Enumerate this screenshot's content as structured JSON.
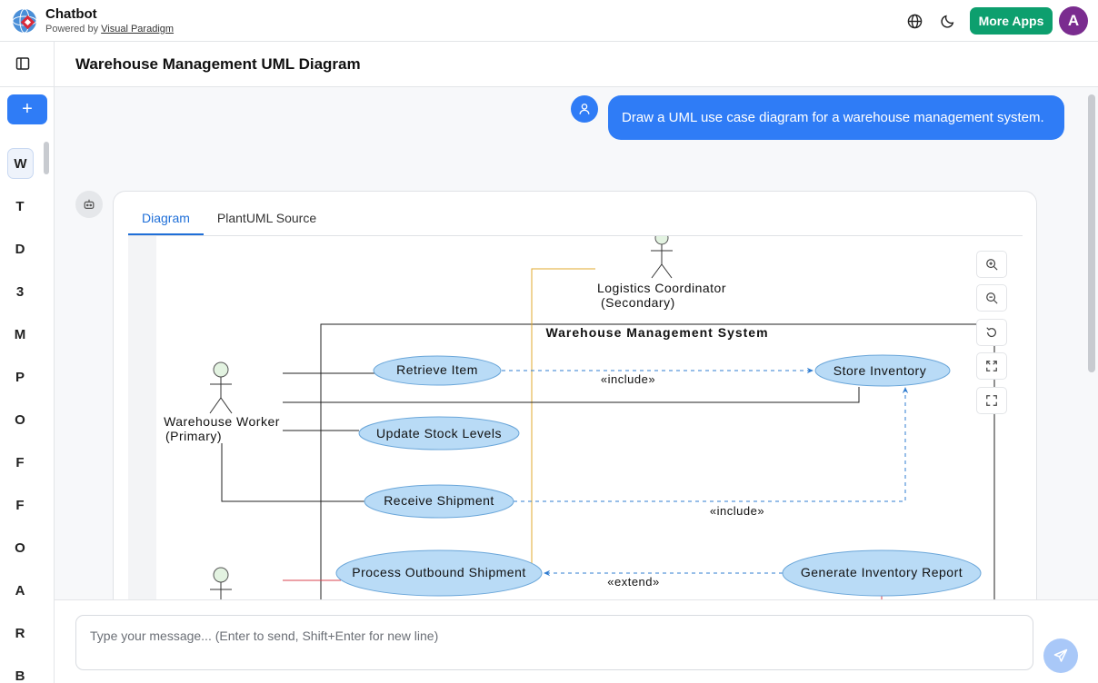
{
  "app": {
    "title": "Chatbot",
    "powered_prefix": "Powered by ",
    "powered_link": "Visual Paradigm",
    "more_apps_label": "More Apps",
    "avatar_initial": "A"
  },
  "sidebar": {
    "new_chat_symbol": "+",
    "history": [
      "W",
      "T",
      "D",
      "3",
      "M",
      "P",
      "O",
      "F",
      "F",
      "O",
      "A",
      "R",
      "B"
    ]
  },
  "page": {
    "title": "Warehouse Management UML Diagram"
  },
  "chat": {
    "user_message": "Draw a UML use case diagram for a warehouse management system.",
    "tabs": [
      "Diagram",
      "PlantUML Source"
    ]
  },
  "diagram": {
    "system_name": "Warehouse Management System",
    "actors": {
      "worker_name": "Warehouse Worker",
      "worker_role": "(Primary)",
      "coordinator_name": "Logistics Coordinator",
      "coordinator_role": "(Secondary)"
    },
    "use_cases": {
      "retrieve_item": "Retrieve Item",
      "store_inventory": "Store Inventory",
      "update_stock": "Update Stock Levels",
      "receive_shipment": "Receive Shipment",
      "process_outbound": "Process Outbound Shipment",
      "generate_report": "Generate Inventory Report"
    },
    "relations": {
      "include_1": "«include»",
      "include_2": "«include»",
      "extend_1": "«extend»"
    },
    "colors": {
      "use_case_fill": "#b9dbf6",
      "use_case_stroke": "#6aa6d9",
      "dashed_arrow": "#2f7cd0",
      "coordinator_line": "#e0a82e",
      "red_line": "#d9434f",
      "actor_head": "#e3f3e1"
    }
  },
  "input": {
    "placeholder": "Type your message... (Enter to send, Shift+Enter for new line)"
  },
  "colors": {
    "accent": "#2f7cf6",
    "more_apps": "#0d9f6e",
    "avatar": "#7a2c8f"
  }
}
